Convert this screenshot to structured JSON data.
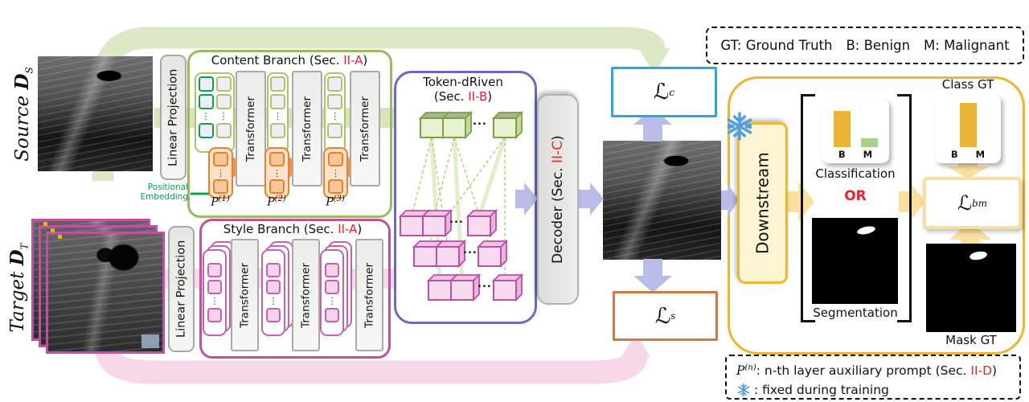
{
  "colors": {
    "accent_red": "#E8232A",
    "content_branch_green": "#9CB964",
    "style_branch_pink": "#C0519F",
    "token_driven_purple": "#6A6AC4",
    "loss_content_cyan": "#29A8DC",
    "loss_style_orange": "#CF7A45",
    "gold": "#EFB52E",
    "arrow_purple": "#B9BCE9",
    "arrow_yellow": "#F9E09E",
    "band_green": "#DCE8C6",
    "band_pink": "#F8D8E8",
    "prompt_orange": "#E8802F",
    "positional_green": "#0BA04F",
    "snowflake_blue": "#4D9FE8",
    "bar_yellow": "#EAB434",
    "bar_green": "#A9D18E"
  },
  "labels": {
    "linear_projection": "Linear Projection",
    "transformer": "Transformer",
    "vdots": "⋮",
    "hdots": "...",
    "downstream": "Downstream"
  },
  "source": {
    "name": "Source ",
    "symbol": "D",
    "sub": "S"
  },
  "target": {
    "name": "Target ",
    "symbol": "D",
    "sub": "T"
  },
  "content_branch": {
    "title": "Content Branch (Sec. ",
    "sec": "II-A",
    "close": ")",
    "positional_embedding": [
      "Positional",
      "Embedding"
    ],
    "prompts": [
      {
        "base": "P",
        "sup": "(1)"
      },
      {
        "base": "P",
        "sup": "(2)"
      },
      {
        "base": "P",
        "sup": "(3)"
      }
    ]
  },
  "style_branch": {
    "title": "Style Branch (Sec. ",
    "sec": "II-A",
    "close": ")"
  },
  "token_driven": {
    "title": "Token-dRiven",
    "sec_open": "(Sec. ",
    "sec": "II-B",
    "sec_close": ")"
  },
  "decoder": {
    "open": "Decoder (Sec. ",
    "sec": "II-C",
    "close": ")"
  },
  "losses": {
    "c": {
      "sym": "ℒ",
      "sub": "c"
    },
    "s": {
      "sym": "ℒ",
      "sub": "s"
    },
    "bm": {
      "sym": "ℒ",
      "sub": "bm"
    }
  },
  "downstream_panel": {
    "classification": {
      "label": "Classification",
      "bars": [
        {
          "label": "B",
          "style": "height:45px;background:#EAB434"
        },
        {
          "label": "M",
          "style": "height:11px;background:#A9D18E"
        }
      ]
    },
    "or": "OR",
    "segmentation": {
      "label": "Segmentation"
    },
    "class_gt": {
      "label": "Class GT",
      "bars": [
        {
          "label": "B",
          "style": "height:55px;background:#EAB434"
        },
        {
          "label": "M",
          "style": "display:none"
        }
      ]
    },
    "mask_gt": {
      "label": "Mask GT"
    }
  },
  "legend_top": {
    "items": [
      "GT: Ground Truth",
      "B: Benign",
      "M: Malignant"
    ]
  },
  "legend_bottom": {
    "p_base": "P",
    "p_sup": "(n)",
    "line1": ": n-th layer auxiliary prompt (Sec. ",
    "sec": "II-D",
    "close": ")",
    "icon": "snowflake",
    "line2": ": fixed during training"
  }
}
